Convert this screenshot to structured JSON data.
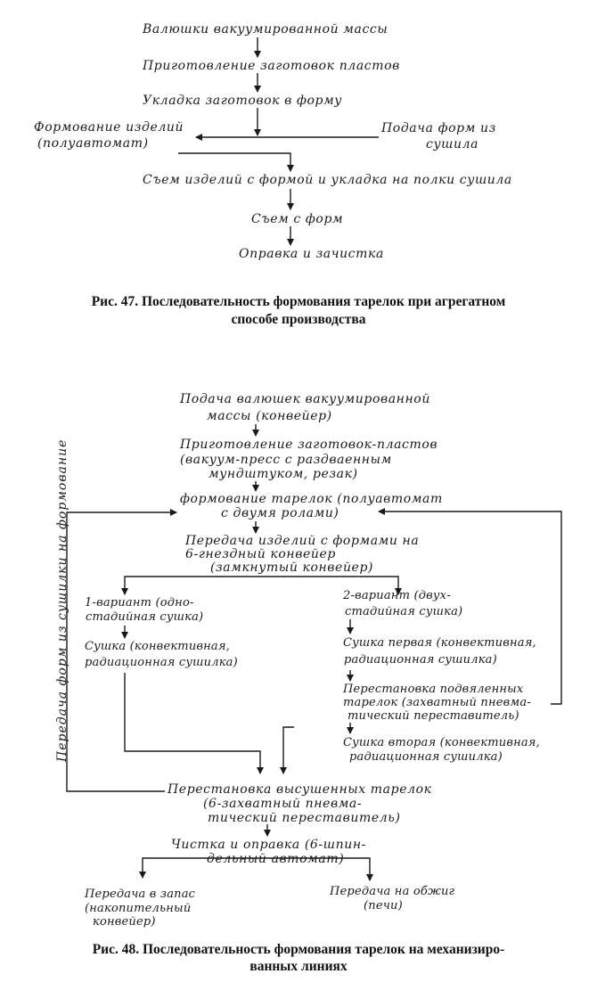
{
  "fig47": {
    "nodes": [
      "Валюшки вакуумированной массы",
      "Приготовление заготовок пластов",
      "Укладка заготовок в форму",
      "Формование изделий",
      "(полуавтомат)",
      "Подача форм из",
      "сушила",
      "Съем изделий с формой и укладка на полки сушила",
      "Съем с форм",
      "Оправка и зачистка"
    ],
    "caption": [
      "Рис. 47. Последовательность формования тарелок при агрегатном",
      "способе производства"
    ]
  },
  "fig48": {
    "nodes": [
      "Подача валюшек вакуумированной",
      "массы (конвейер)",
      "Приготовление заготовок-пластов",
      "(вакуум-пресс с раздваенным",
      "мундштуком, резак)",
      "формование тарелок (полуавтомат",
      "с двумя ролами)",
      "Передача изделий с формами на",
      "6-гнездный конвейер",
      "(замкнутый конвейер)",
      "1-вариант (одно-",
      "стадийная сушка)",
      "Сушка (конвективная,",
      "радиационная сушилка)",
      "2-вариант (двух-",
      "стадийная сушка)",
      "Сушка первая (конвективная,",
      "радиационная сушилка)",
      "Перестановка подвяленных",
      "тарелок (захватный пневма-",
      "тический переставитель)",
      "Сушка вторая (конвективная,",
      "радиационная сушилка)",
      "Перестановка высушенных тарелок",
      "(6-захватный пневма-",
      "тический переставитель)",
      "Чистка и оправка (6-шпин-",
      "дельный автомат)",
      "Передача в запас",
      "(накопительный",
      "конвейер)",
      "Передача на обжиг",
      "(печи)"
    ],
    "side_label": "Передача форм из сушилки на формование",
    "caption": [
      "Рис. 48. Последовательность формования тарелок на механизиро-",
      "ванных линиях"
    ]
  }
}
